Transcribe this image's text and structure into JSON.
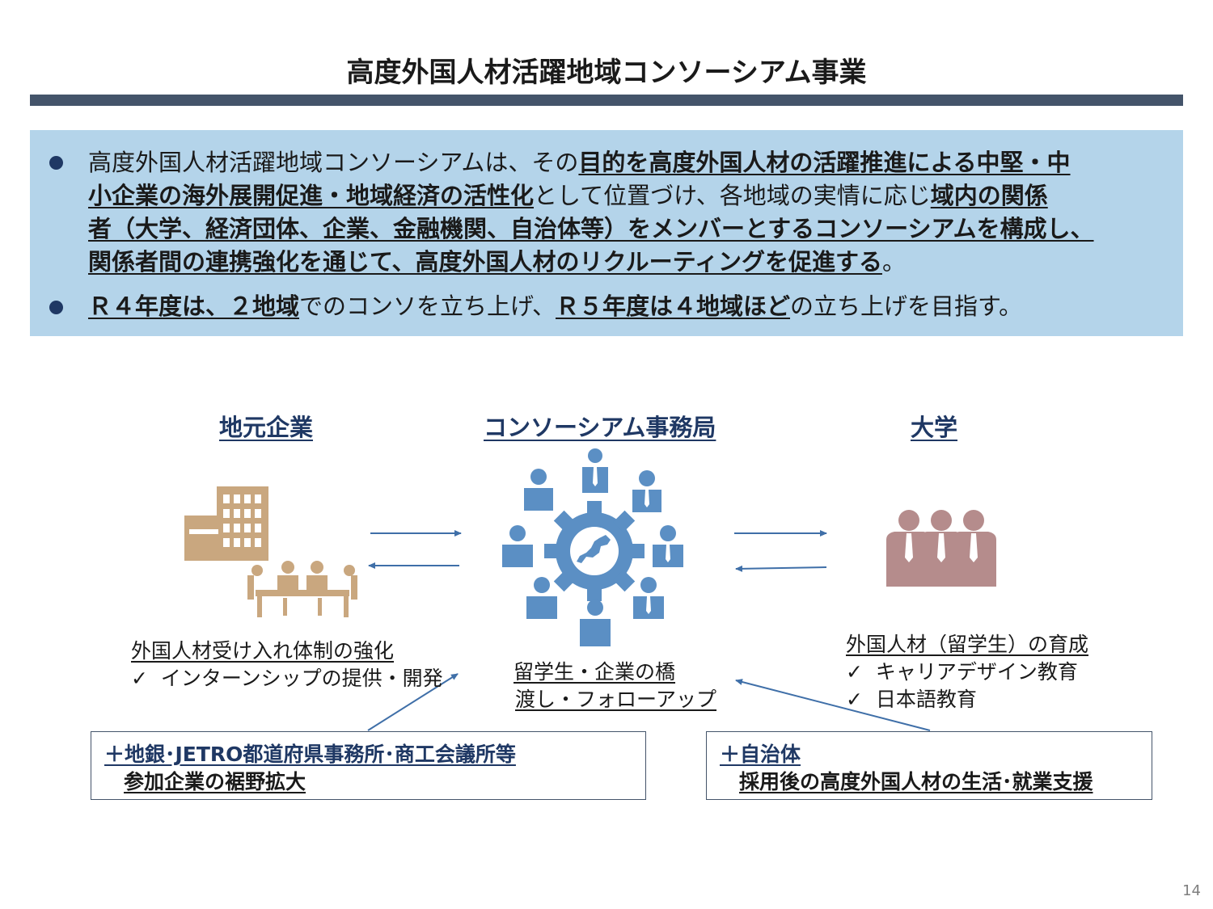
{
  "header": {
    "title": "高度外国人材活躍地域コンソーシアム事業"
  },
  "summary": {
    "bullet1": {
      "plain1": "高度外国人材活躍地域コンソーシアムは、その",
      "bold1": "目的を高度外国人材の活躍推進による中堅・中",
      "bold2": "小企業の海外展開促進・地域経済の活性化",
      "plain2": "として位置づけ、各地域の実情に応じ",
      "bold3": "域内の関係",
      "bold4": "者（大学、経済団体、企業、金融機関、自治体等）をメンバーとするコンソーシアムを構成し、",
      "bold5": "関係者間の連携強化を通じて、高度外国人材のリクルーティングを促進する",
      "plain3": "。"
    },
    "bullet2": {
      "bold1": "Ｒ４年度は、２地域",
      "plain1": "でのコンソを立ち上げ、",
      "bold2": "Ｒ５年度は４地域ほど",
      "plain2": "の立ち上げを目指す。"
    }
  },
  "diagram": {
    "left": {
      "label": "地元企業",
      "caption_title": "外国人材受け入れ体制の強化",
      "caption_items": [
        "インターンシップの提供・開発"
      ]
    },
    "center": {
      "label": "コンソーシアム事務局",
      "caption_line1": "留学生・企業の橋",
      "caption_line2": "渡し・フォローアップ"
    },
    "right": {
      "label": "大学",
      "caption_title": "外国人材（留学生）の育成",
      "caption_items": [
        "キャリアデザイン教育",
        "日本語教育"
      ]
    },
    "check_mark": "✓",
    "box_left": {
      "line1": "＋地銀･JETRO都道府県事務所･商工会議所等",
      "line2": "参加企業の裾野拡大"
    },
    "box_right": {
      "line1": "＋自治体",
      "line2": "採用後の高度外国人材の生活･就業支援"
    },
    "icons": {
      "left": "office-building-and-meeting-icon",
      "center": "people-around-gear-with-japan-map-icon",
      "right": "three-people-group-icon"
    }
  },
  "colors": {
    "rule": "#44546a",
    "summary_bg": "#b4d4ea",
    "label_blue": "#1f3864",
    "building": "#c9a77f",
    "consortium": "#5b8fc4",
    "university": "#b58c8c",
    "arrow": "#3f6fa8"
  },
  "footer": {
    "page_number": "14"
  }
}
